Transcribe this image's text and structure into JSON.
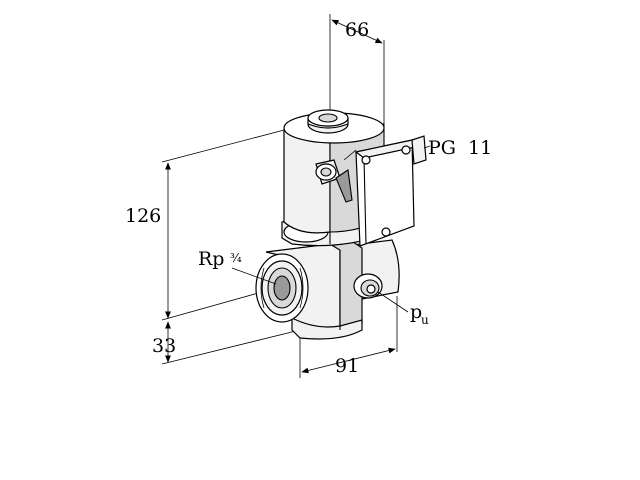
{
  "dimensions": {
    "width_top": "66",
    "height_main": "126",
    "height_base": "33",
    "width_bottom": "91"
  },
  "labels": {
    "connector": "PG  11",
    "thread_prefix": "Rp",
    "thread_size": "¾",
    "pressure_main": "p",
    "pressure_sub": "u"
  }
}
